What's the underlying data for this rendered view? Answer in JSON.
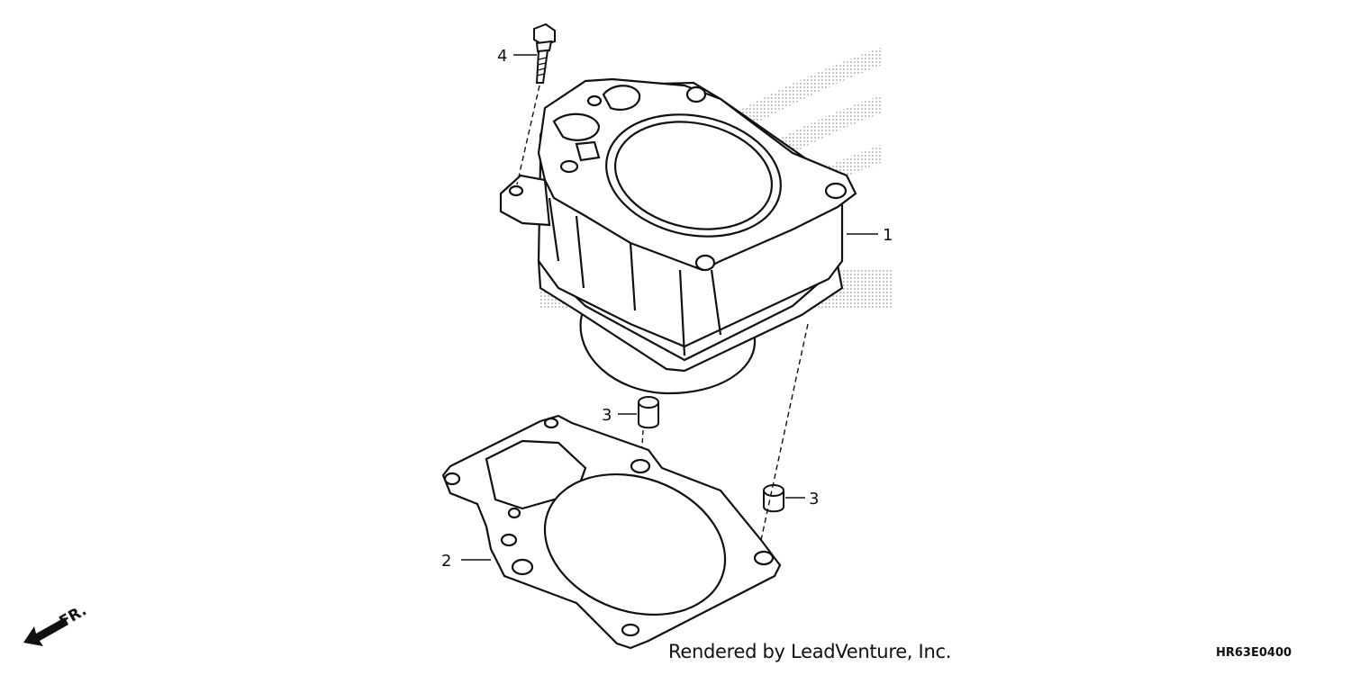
{
  "diagram": {
    "callouts": [
      {
        "number": "1"
      },
      {
        "number": "2"
      },
      {
        "number": "3"
      },
      {
        "number": "3"
      },
      {
        "number": "4"
      }
    ],
    "front_indicator": "FR.",
    "credit": "Rendered by LeadVenture, Inc.",
    "drawing_code": "HR63E0400"
  }
}
